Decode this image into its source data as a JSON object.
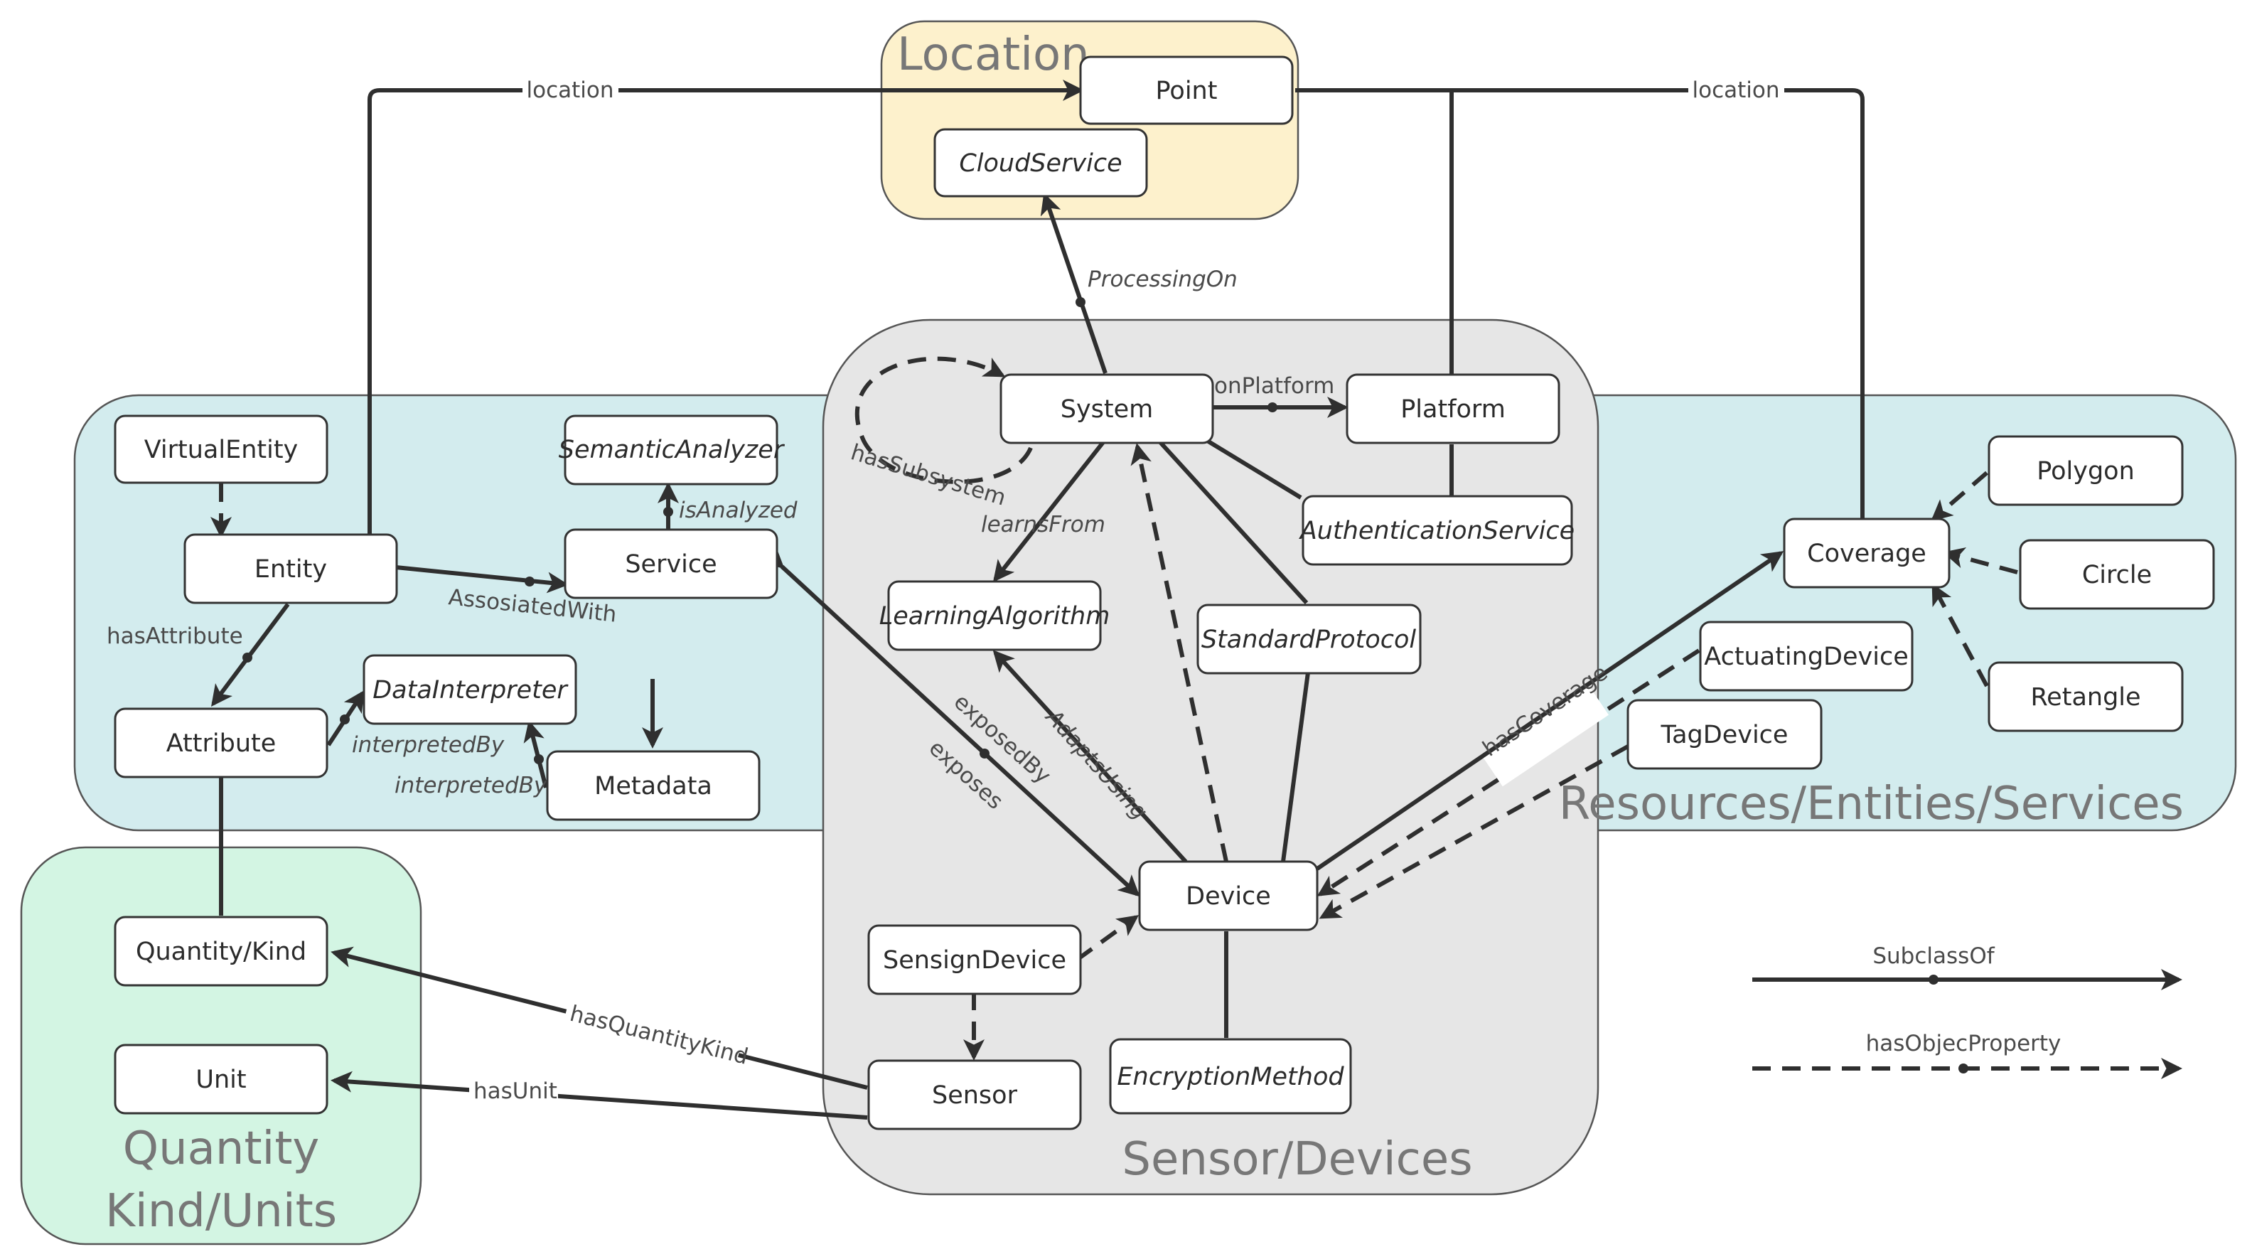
{
  "groups": {
    "location": {
      "title": "Location",
      "fill": "#fdf1cc"
    },
    "resources": {
      "title": "Resources/Entities/Services",
      "fill": "#d3ecee"
    },
    "sensors": {
      "title": "Sensor/Devices",
      "fill": "#e6e6e6"
    },
    "quantity": {
      "title_line1": "Quantity",
      "title_line2": "Kind/Units",
      "fill": "#d3f5e3"
    }
  },
  "nodes": {
    "point": "Point",
    "cloudservice": "CloudService",
    "virtualentity": "VirtualEntity",
    "semanticanalyzer": "SemanticAnalyzer",
    "entity": "Entity",
    "service": "Service",
    "attribute": "Attribute",
    "datainterpreter": "DataInterpreter",
    "metadata": "Metadata",
    "system": "System",
    "platform": "Platform",
    "authservice": "AuthenticationService",
    "learningalgorithm": "LearningAlgorithm",
    "standardprotocol": "StandardProtocol",
    "device": "Device",
    "sensingdevice": "SensignDevice",
    "sensor": "Sensor",
    "encryption": "EncryptionMethod",
    "coverage": "Coverage",
    "polygon": "Polygon",
    "circle": "Circle",
    "retangle": "Retangle",
    "actuatingdevice": "ActuatingDevice",
    "tagdevice": "TagDevice",
    "quantitykind": "Quantity/Kind",
    "unit": "Unit"
  },
  "edge_labels": {
    "location_left": "location",
    "location_right": "location",
    "processing_on": "ProcessingOn",
    "on_platform": "onPlatform",
    "has_subsystem": "hasSubsystem",
    "learns_from": "learnsFrom",
    "is_analyzed": "isAnalyzed",
    "associated_with": "AssosiatedWith",
    "has_attribute": "hasAttribute",
    "interpreted_by_1": "interpretedBy",
    "interpreted_by_2": "interpretedBy",
    "exposed_by": "exposedBy",
    "exposes": "exposes",
    "adapts_using": "AdaptsUsing",
    "has_coverage": "hasCoverage",
    "has_quantity_kind": "hasQuantityKind",
    "has_unit": "hasUnit"
  },
  "legend": {
    "subclass": "SubclassOf",
    "object_property": "hasObjecProperty"
  },
  "colors": {
    "stroke": "#2f2f2f",
    "node_fill": "#ffffff",
    "title_gray": "#777777"
  }
}
